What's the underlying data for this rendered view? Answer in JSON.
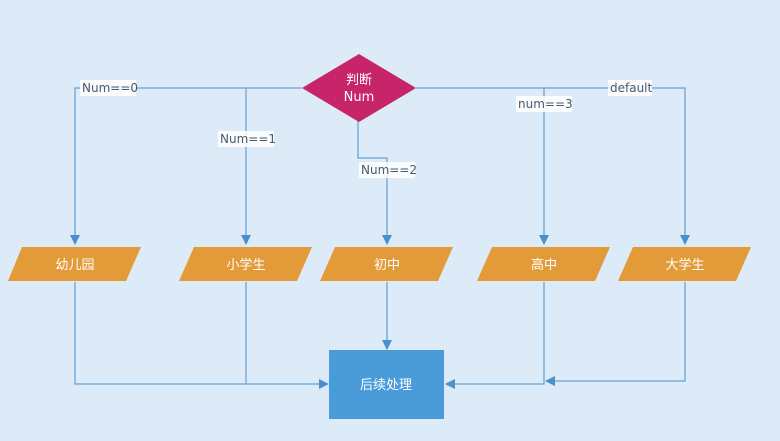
{
  "colors": {
    "background": "#dcebf7",
    "decision": "#c8246a",
    "io": "#e39a38",
    "process": "#4a9cd8",
    "line": "#5b9bd0"
  },
  "decision": {
    "line1": "判断",
    "line2": "Num"
  },
  "branches": [
    {
      "condition": "Num==0",
      "node": "幼儿园"
    },
    {
      "condition": "Num==1",
      "node": "小学生"
    },
    {
      "condition": "Num==2",
      "node": "初中"
    },
    {
      "condition": "num==3",
      "node": "高中"
    },
    {
      "condition": "default",
      "node": "大学生"
    }
  ],
  "process": {
    "label": "后续处理"
  }
}
